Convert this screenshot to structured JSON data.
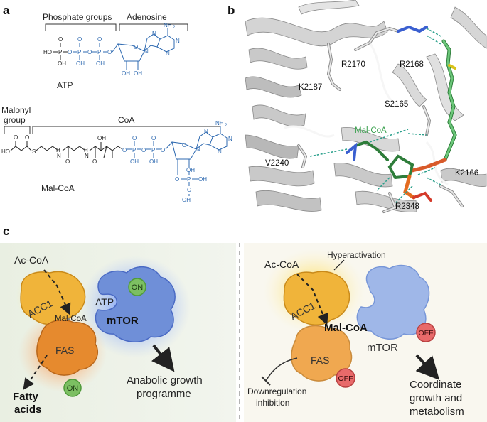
{
  "panels": {
    "a": {
      "letter": "a",
      "phosphate_groups": "Phosphate groups",
      "adenosine": "Adenosine",
      "atp": "ATP",
      "malonyl_group": "Malonyl\ngroup",
      "malonyl_line1": "Malonyl",
      "malonyl_line2": "group",
      "coa": "CoA",
      "mal_coa": "Mal-CoA",
      "atoms": {
        "HO": "HO",
        "OH": "OH",
        "O": "O",
        "P": "P",
        "N": "N",
        "NH2": "NH",
        "H": "H",
        "S": "S",
        "HO2": "HO",
        "OH2": "OH"
      }
    },
    "b": {
      "letter": "b",
      "residues": [
        "R2170",
        "R2168",
        "K2187",
        "S2165",
        "Mal-CoA",
        "V2240",
        "K2166",
        "R2348"
      ]
    },
    "c": {
      "letter": "c",
      "left": {
        "ac_coa": "Ac-CoA",
        "acc1": "ACC1",
        "mal_coa": "Mal-CoA",
        "atp": "ATP",
        "mtor": "mTOR",
        "fas": "FAS",
        "on_badge_top": "ON",
        "on_badge_bottom": "ON",
        "fatty_acids_1": "Fatty",
        "fatty_acids_2": "acids",
        "anabolic_1": "Anabolic growth",
        "anabolic_2": "programme"
      },
      "right": {
        "ac_coa": "Ac-CoA",
        "hyperactivation": "Hyperactivation",
        "acc1": "ACC1",
        "mal_coa": "Mal-CoA",
        "mtor": "mTOR",
        "fas": "FAS",
        "off_badge_top": "OFF",
        "off_badge_bottom": "OFF",
        "downreg_1": "Downregulation",
        "downreg_2": "inhibition",
        "coordinate_1": "Coordinate",
        "coordinate_2": "growth and",
        "coordinate_3": "metabolism"
      }
    }
  },
  "colors": {
    "blue_chem": "#2c68b0",
    "acc1": "#f0b43a",
    "fas": "#e68a2e",
    "mtor_blue": "#3b6fd3",
    "on_green": "#7cbf62",
    "off_red": "#e05a5a",
    "left_bg": "#eef2e8",
    "right_bg": "#faf8f0"
  }
}
